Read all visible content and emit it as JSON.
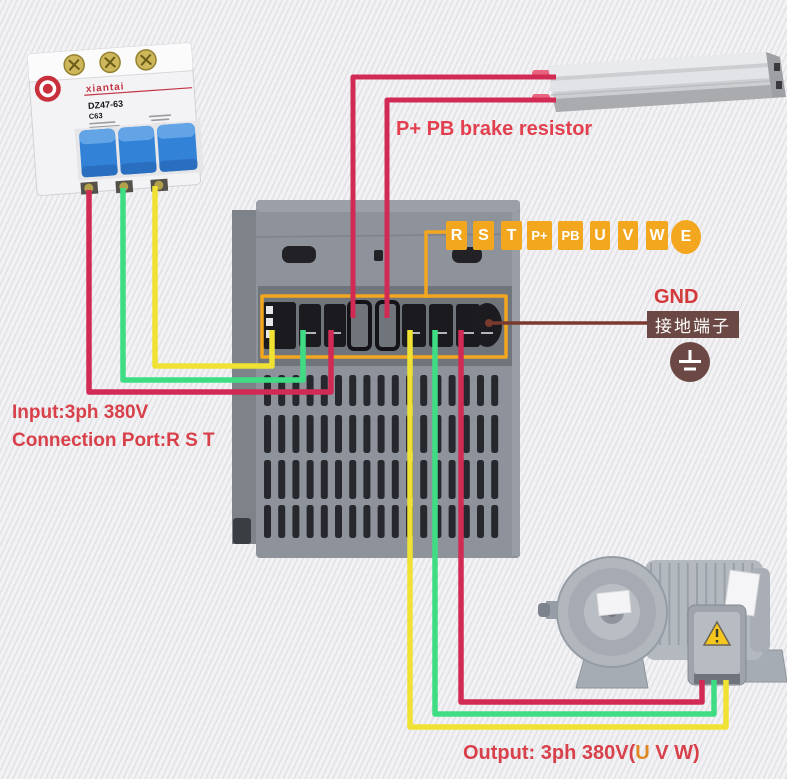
{
  "breaker": {
    "brand": "xiantai",
    "model": "DZ47-63",
    "spec": "C63"
  },
  "terminal_strip": [
    "R",
    "S",
    "T",
    "P+",
    "PB",
    "U",
    "V",
    "W",
    "E"
  ],
  "annotations": {
    "brake_resistor": "P+ PB brake resistor",
    "gnd": "GND",
    "gnd_chinese": "接地端子",
    "input": "Input:3ph 380V",
    "connection_port": "Connection Port:R S T",
    "output_prefix": "Output: 3ph 380V(",
    "output_u": "U",
    "output_rest": " V W)"
  },
  "colors": {
    "wire_yellow": "#f0e233",
    "wire_green": "#3edd84",
    "wire_red": "#d12a55",
    "wire_ground": "#7a3a2e",
    "terminal_orange": "#f2a71e",
    "annotation_red": "#d8404a",
    "output_u_orange": "#dd8822",
    "ground_brown": "#6b4843",
    "breaker_toggle_blue": "#3282d8",
    "vfd_gray": "#8e939b"
  }
}
